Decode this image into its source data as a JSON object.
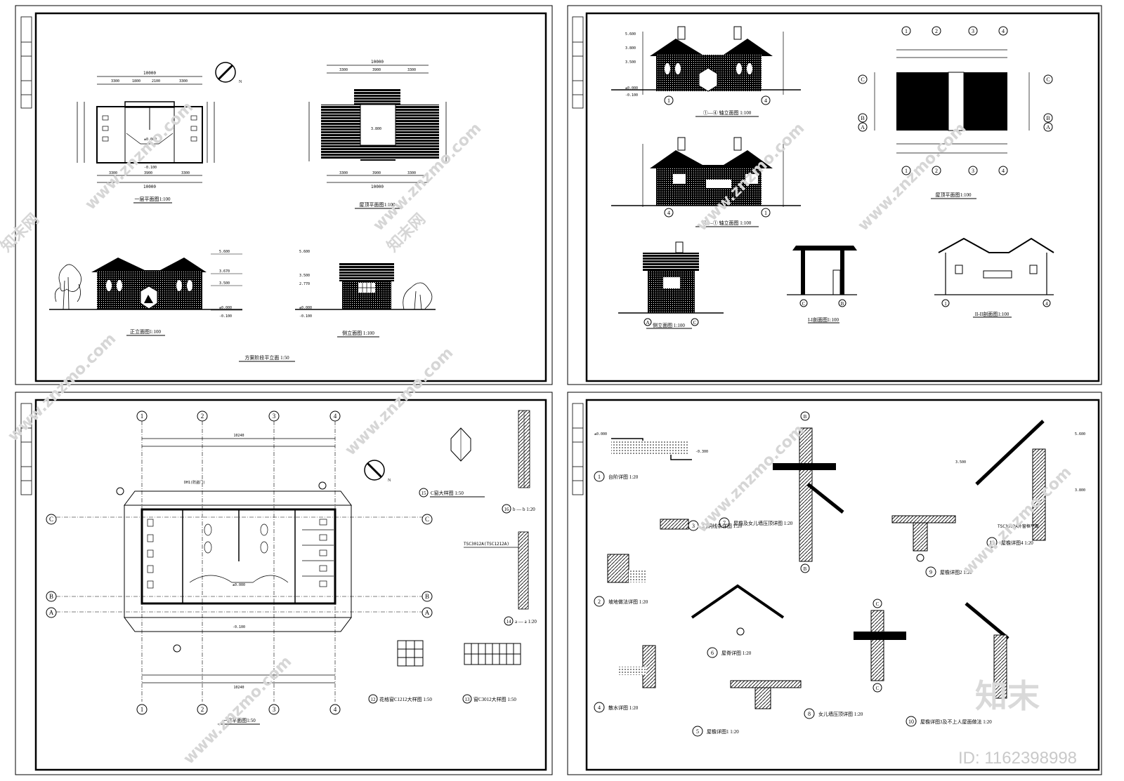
{
  "sheet1": {
    "plan_top_dims": [
      "10000",
      "3300",
      "1800",
      "2100",
      "3300"
    ],
    "plan_bottom_dims": [
      "3300",
      "3900",
      "3300",
      "10000"
    ],
    "roof_top_dims": [
      "10000",
      "3300",
      "3900",
      "3300"
    ],
    "roof_bottom_dims": [
      "3300",
      "3900",
      "3300",
      "10000"
    ],
    "plan_level": "±0.000",
    "plan_level2": "-0.100",
    "roof_level": "3.800",
    "elev_levels": [
      "5.600",
      "3.670",
      "3.500",
      "±0.000",
      "-0.100"
    ],
    "side_levels": [
      "5.600",
      "3.500",
      "2.770",
      "±0.000",
      "-0.100"
    ],
    "caption_plan": "一层平面图1:100",
    "caption_roof": "屋顶平面图1:100",
    "caption_front": "正立面图1:100",
    "caption_side": "侧立面图    1:100",
    "caption_stage": "方案阶段平立面    1:50",
    "north": "N"
  },
  "sheet2": {
    "axis_14": [
      "1",
      "4"
    ],
    "axis_41": [
      "4",
      "1"
    ],
    "axis_ac": [
      "A",
      "C"
    ],
    "axis_cb": [
      "C",
      "B"
    ],
    "roof_axes_top": [
      "1",
      "2",
      "3",
      "4"
    ],
    "roof_axes_side": [
      "C",
      "B",
      "A"
    ],
    "caption_14": "①—④ 轴立面图 1:100",
    "caption_41": "④—① 轴立面图 1:100",
    "caption_roof": "屋顶平面图1:100",
    "caption_side": "侧立面图    1:100",
    "caption_s1": "I-I剖面图1:100",
    "caption_s2": "II-II剖面图1:100",
    "levels": [
      "5.600",
      "3.800",
      "3.500",
      "±0.000",
      "-0.100"
    ]
  },
  "sheet3": {
    "axes_top": [
      "1",
      "2",
      "3",
      "4"
    ],
    "axes_side": [
      "C",
      "B",
      "A"
    ],
    "caption_plan": "一层平面图1:50",
    "dim_total": "10240",
    "plan_level": "±0.000",
    "plan_level2": "-0.100",
    "door_label": "DH1(防盗门)",
    "north": "N",
    "win_c": "C窗大样图 1:50",
    "detail_15": "15",
    "detail_16": "16",
    "sec_bb": "b — b  1:20",
    "detail_14": "14",
    "sec_aa": "a — a  1:20",
    "tsc_note": "TSC3012A(TSC1212A)",
    "detail_12": "12",
    "c1212": "花格窗C1212大样图 1:50",
    "detail_13": "13",
    "c3012": "窗C3012大样图 1:50"
  },
  "sheet4": {
    "d1": "台阶详图  1:20",
    "d2": "坡地做法详图  1:20",
    "d3": "门洞线条详图   1:20",
    "d4": "散水详图  1:20",
    "d5": "屋檐详图1  1:20",
    "d6": "屋脊详图    1:20",
    "d7": "屋檐及女儿墙压顶详图  1:20",
    "d8": "女儿墙压顶详图   1:20",
    "d9": "屋檐详图2  1:20",
    "d10": "屋檐详图3及不上人屋面做法  1:20",
    "d11": "屋檐详图4  1:20",
    "n1": "1",
    "n2": "2",
    "n3": "3",
    "n4": "4",
    "n5": "5",
    "n6": "6",
    "n7": "7",
    "n8": "8",
    "n9": "9",
    "n10": "10",
    "n11": "11",
    "tsc": "TSC3012A外窗框平面",
    "ax_b": "B",
    "ax_c": "C",
    "lv": [
      "±0.000",
      "-0.300",
      "3.500",
      "3.800",
      "5.600"
    ]
  },
  "watermark": {
    "site": "www.znzmo.com",
    "brand_cn": "知末网",
    "corner_logo": "知末",
    "id_text": "ID: 1162398998"
  }
}
